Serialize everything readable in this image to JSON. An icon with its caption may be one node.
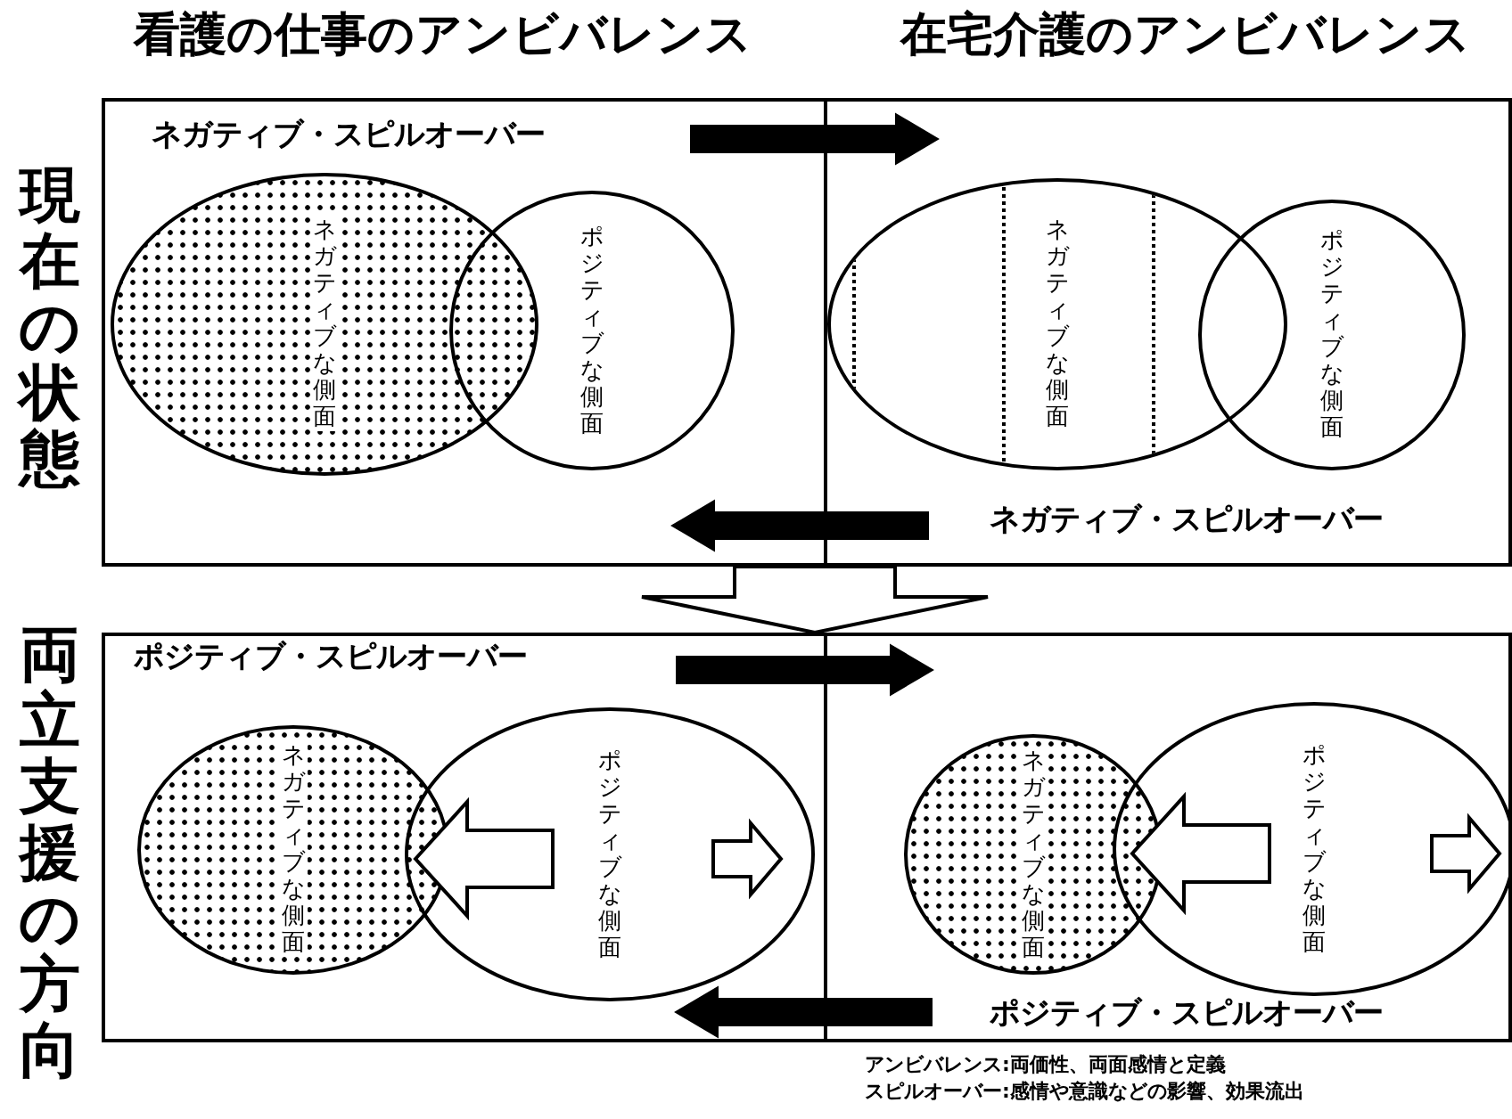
{
  "diagram": {
    "nodes": [
      {
        "text": [],
        "shape": "box"
      },
      {
        "text": [
          "ネガティブな側面"
        ],
        "in": 0
      },
      {
        "text": [
          "ポジティブな側面"
        ],
        "in": 0
      },
      {
        "text": [
          "ネガティブな側面"
        ],
        "in": 0
      },
      {
        "text": [
          "ポジティブな側面"
        ],
        "in": 0
      },
      {
        "text": [],
        "shape": "box"
      },
      {
        "text": [
          "ネガティブな側面"
        ],
        "in": 5
      },
      {
        "text": [
          "ポジティブな側面"
        ],
        "in": 5
      },
      {
        "text": [
          "ネガティブな側面"
        ],
        "in": 5
      },
      {
        "text": [
          "ポジティブな側面"
        ],
        "in": 5
      }
    ],
    "edges": [
      {
        "from": 0,
        "to": 5,
        "arrow": "to"
      },
      {
        "from": 2,
        "to": 3,
        "arrow": "to"
      },
      {
        "from": 3,
        "to": 2,
        "arrow": "to"
      },
      {
        "from": 7,
        "to": 8,
        "arrow": "to"
      },
      {
        "from": 8,
        "to": 7,
        "arrow": "to"
      }
    ],
    "labels": [
      "看護の仕事のアンビバレンス",
      "在宅介護のアンビバレンス",
      "現在の状態",
      "ネガティブ・スピルオーバー",
      "ネガティブ・スピルオーバー",
      "両立支援の方向",
      "ポジティブ・スピルオーバー",
      "ポジティブ・スピルオーバー",
      "アンビバレンス:両価性、両面感情と定義",
      "スピルオーバー:感情や意識などの影響、効果流出"
    ]
  }
}
